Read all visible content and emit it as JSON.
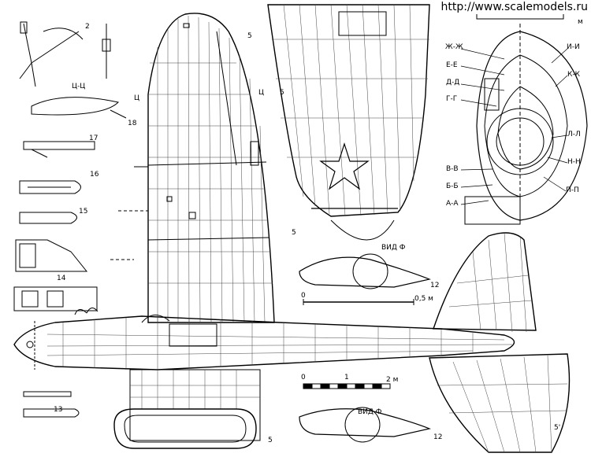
{
  "watermark": "http://www.scalemodels.ru",
  "callouts": {
    "n2": "2",
    "n5a": "5",
    "n5b": "5",
    "n5c": "5",
    "n5d": "5",
    "n5e": "5'",
    "n12a": "12",
    "n12b": "12",
    "n13": "13",
    "n14": "14",
    "n15": "15",
    "n16": "16",
    "n17": "17",
    "n18": "18"
  },
  "sections": {
    "ts": "Ц-Ц",
    "ts_left": "Ц",
    "ts_right": "Ц",
    "zhzh": "Ж-Ж",
    "ee": "Е-Е",
    "dd": "Д-Д",
    "gg": "Г-Г",
    "vv": "В-В",
    "bb": "Б-Б",
    "aa": "А-А",
    "ii": "И-И",
    "kk": "К-К",
    "ll": "Л-Л",
    "nn": "Н-Н",
    "pp": "П-П",
    "m_top": "м"
  },
  "views": {
    "f_top": "ВИД Ф",
    "f_bottom": "ВИД Ф"
  },
  "scales": {
    "small": {
      "start": "0",
      "end": "0,5 м"
    },
    "large": {
      "start": "0",
      "mid": "1",
      "end": "2 м"
    }
  }
}
